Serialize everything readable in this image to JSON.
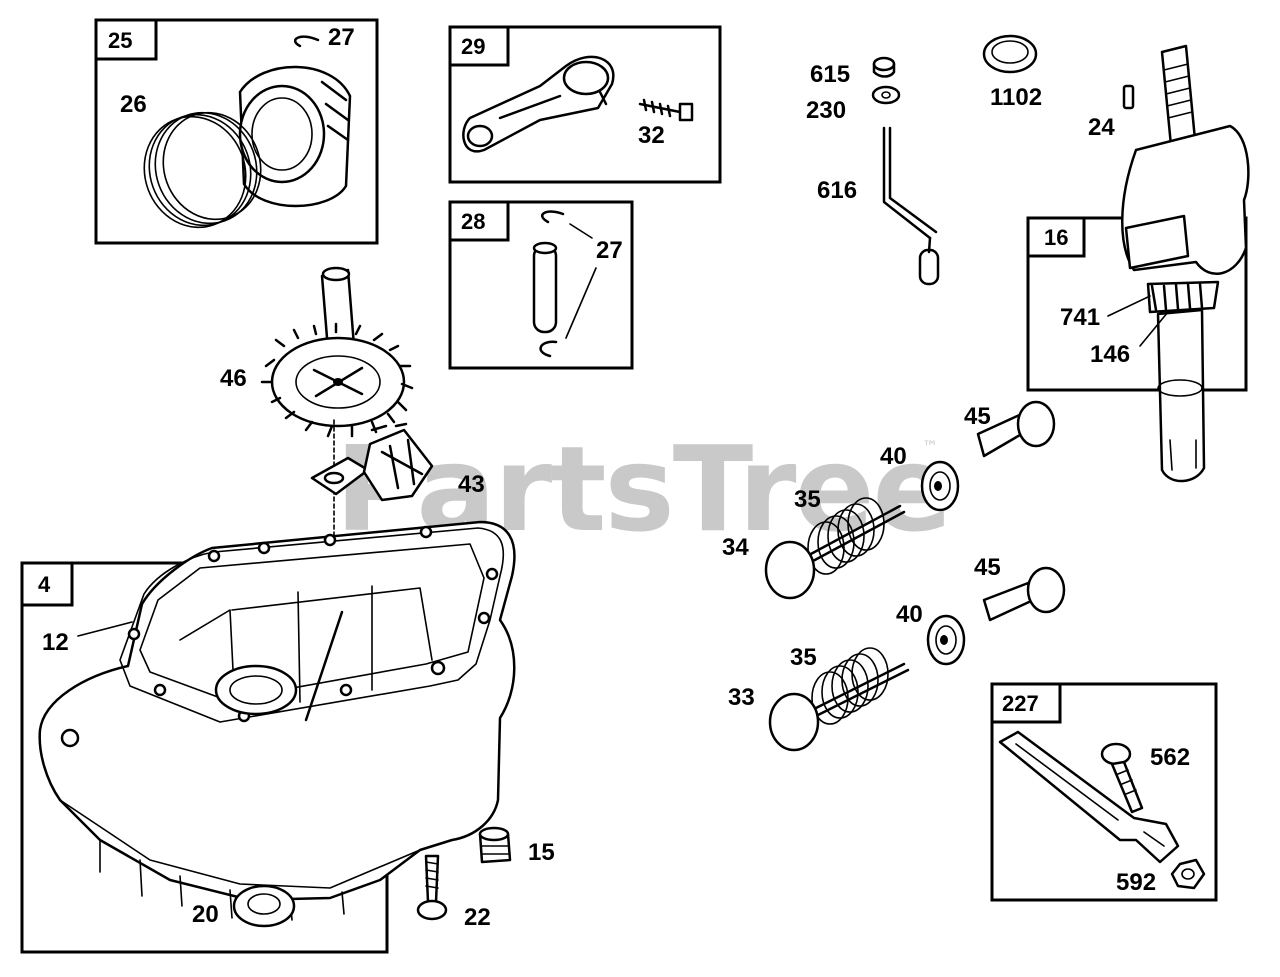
{
  "watermark": {
    "text": "PartsTree",
    "trademark": "™"
  },
  "boxes": {
    "b25": "25",
    "b29": "29",
    "b28": "28",
    "b16": "16",
    "b4": "4",
    "b227": "227"
  },
  "callouts": {
    "c27a": "27",
    "c26": "26",
    "c32": "32",
    "c27b": "27",
    "c615": "615",
    "c230": "230",
    "c1102": "1102",
    "c24": "24",
    "c616": "616",
    "c741": "741",
    "c146": "146",
    "c46": "46",
    "c43": "43",
    "c45a": "45",
    "c40a": "40",
    "c35a": "35",
    "c34": "34",
    "c45b": "45",
    "c40b": "40",
    "c12": "12",
    "c35b": "35",
    "c33": "33",
    "c562": "562",
    "c15": "15",
    "c592": "592",
    "c20": "20",
    "c22": "22"
  }
}
